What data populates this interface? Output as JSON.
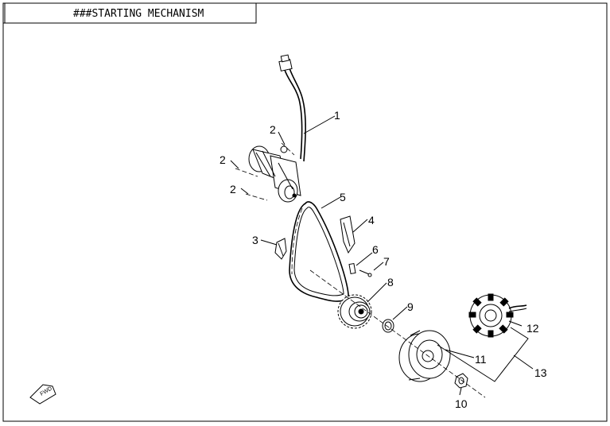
{
  "title": "###STARTING MECHANISM",
  "callouts": [
    {
      "id": "1",
      "text": "1"
    },
    {
      "id": "2a",
      "text": "2"
    },
    {
      "id": "2b",
      "text": "2"
    },
    {
      "id": "2c",
      "text": "2"
    },
    {
      "id": "3",
      "text": "3"
    },
    {
      "id": "4",
      "text": "4"
    },
    {
      "id": "5",
      "text": "5"
    },
    {
      "id": "6",
      "text": "6"
    },
    {
      "id": "7",
      "text": "7"
    },
    {
      "id": "8",
      "text": "8"
    },
    {
      "id": "9",
      "text": "9"
    },
    {
      "id": "10",
      "text": "10"
    },
    {
      "id": "11",
      "text": "11"
    },
    {
      "id": "12",
      "text": "12"
    },
    {
      "id": "13",
      "text": "13"
    }
  ],
  "front_marker": "FWD",
  "colors": {
    "line": "#000000",
    "background": "#ffffff"
  }
}
